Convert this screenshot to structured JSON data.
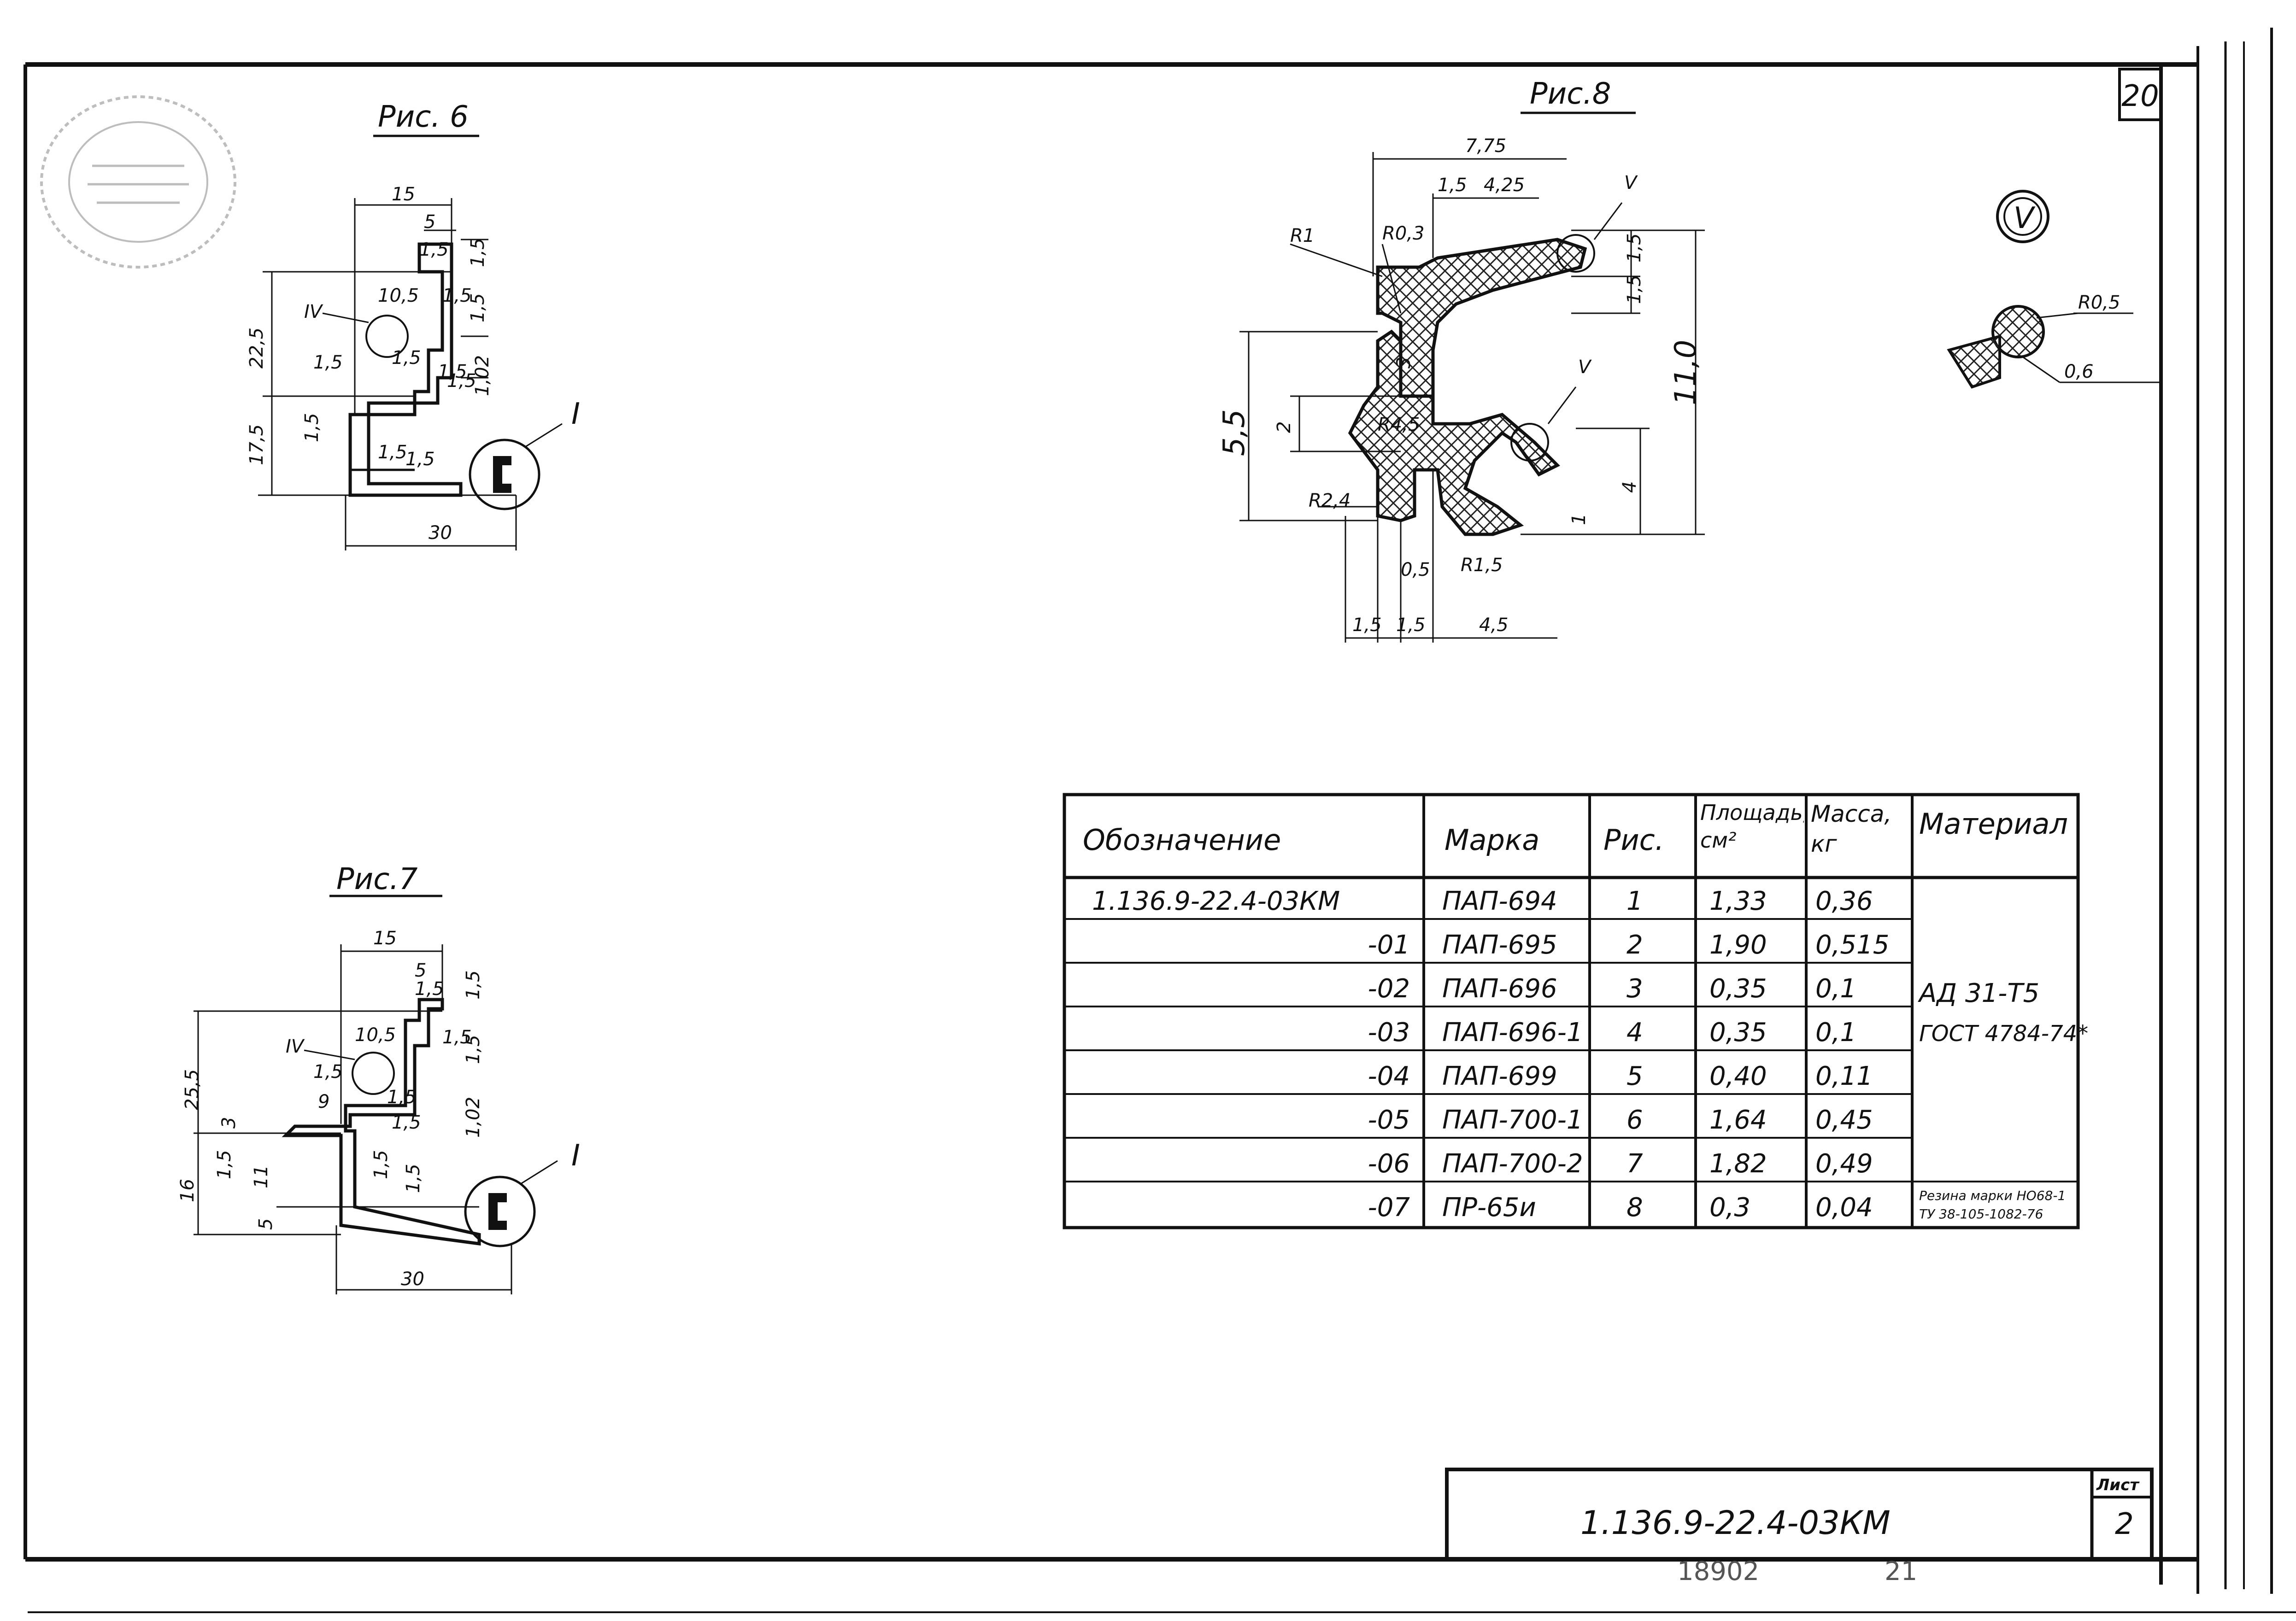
{
  "sheet_number_corner": "20",
  "figures": {
    "fig6": {
      "title": "Рис. 6",
      "dims": [
        "15",
        "5",
        "1,5",
        "1,5",
        "22,5",
        "10,5",
        "1,5",
        "1,5",
        "1,02",
        "1,5",
        "1,5",
        "1,5",
        "17,5",
        "1,5",
        "1,5",
        "1,5",
        "1,5",
        "30"
      ],
      "callout_IV": "IV",
      "callout_I": "I"
    },
    "fig7": {
      "title": "Рис.7",
      "dims": [
        "15",
        "5",
        "1,5",
        "1,5",
        "25,5",
        "10,5",
        "1,5",
        "1,5",
        "1,5",
        "1,5",
        "9",
        "1,5",
        "1,02",
        "3",
        "1,5",
        "11",
        "16",
        "5",
        "1,5",
        "1,5",
        "30"
      ],
      "callout_IV": "IV",
      "callout_I": "I"
    },
    "fig8": {
      "title": "Рис.8",
      "dims": [
        "7,75",
        "1,5",
        "4,25",
        "R1",
        "R0,3",
        "1,5",
        "1,5",
        "3",
        "5,5",
        "2",
        "R4,5",
        "11,0",
        "4",
        "1",
        "R2,4",
        "0,5",
        "R1,5",
        "1,5",
        "1,5",
        "4,5"
      ],
      "callout_V": "V"
    },
    "detailV": {
      "label": "V",
      "dims": [
        "R0,5",
        "0,6"
      ]
    }
  },
  "table": {
    "headers": [
      "Обозначение",
      "Марка",
      "Рис.",
      "Площадь, см²",
      "Масса, кг",
      "Материал"
    ],
    "rows": [
      {
        "designation": "1.136.9-22.4-03КМ",
        "mark": "ПАП-694",
        "fig": "1",
        "area": "1,33",
        "mass": "0,36"
      },
      {
        "designation": "-01",
        "mark": "ПАП-695",
        "fig": "2",
        "area": "1,90",
        "mass": "0,515"
      },
      {
        "designation": "-02",
        "mark": "ПАП-696",
        "fig": "3",
        "area": "0,35",
        "mass": "0,1"
      },
      {
        "designation": "-03",
        "mark": "ПАП-696-1",
        "fig": "4",
        "area": "0,35",
        "mass": "0,1"
      },
      {
        "designation": "-04",
        "mark": "ПАП-699",
        "fig": "5",
        "area": "0,40",
        "mass": "0,11"
      },
      {
        "designation": "-05",
        "mark": "ПАП-700-1",
        "fig": "6",
        "area": "1,64",
        "mass": "0,45"
      },
      {
        "designation": "-06",
        "mark": "ПАП-700-2",
        "fig": "7",
        "area": "1,82",
        "mass": "0,49"
      },
      {
        "designation": "-07",
        "mark": "ПР-65и",
        "fig": "8",
        "area": "0,3",
        "mass": "0,04"
      }
    ],
    "material_main_1": "АД 31-Т5",
    "material_main_2": "ГОСТ 4784-74*",
    "material_rubber_1": "Резина марки НО68-1",
    "material_rubber_2": "ТУ 38-105-1082-76"
  },
  "title_block": {
    "code": "1.136.9-22.4-03КМ",
    "sheet_label": "Лист",
    "sheet_number": "2"
  },
  "footer": {
    "archive_number": "18902",
    "page_number": "21"
  }
}
